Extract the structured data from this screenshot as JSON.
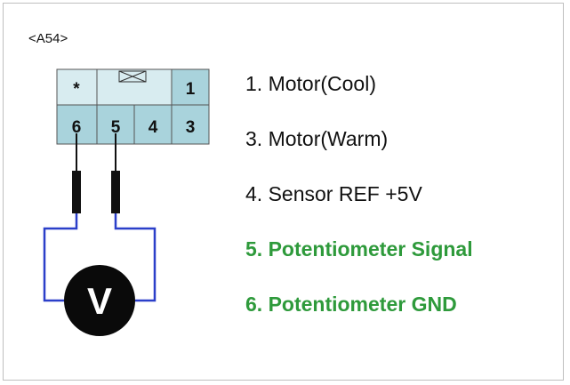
{
  "connector_id": "<A54>",
  "connector": {
    "top_row": [
      "*",
      "",
      "1"
    ],
    "bottom_row": [
      "6",
      "5",
      "4",
      "3"
    ]
  },
  "meter_symbol": "V",
  "pins": [
    {
      "label": "1. Motor(Cool)",
      "highlight": false
    },
    {
      "label": "3. Motor(Warm)",
      "highlight": false
    },
    {
      "label": "4. Sensor REF +5V",
      "highlight": false
    },
    {
      "label": "5. Potentiometer Signal",
      "highlight": true
    },
    {
      "label": "6. Potentiometer GND",
      "highlight": true
    }
  ],
  "colors": {
    "connector_fill": "#a9d3dc",
    "connector_fill_light": "#d8ecf0",
    "wire": "#2b3fc9",
    "highlight_text": "#2e9a3b"
  }
}
